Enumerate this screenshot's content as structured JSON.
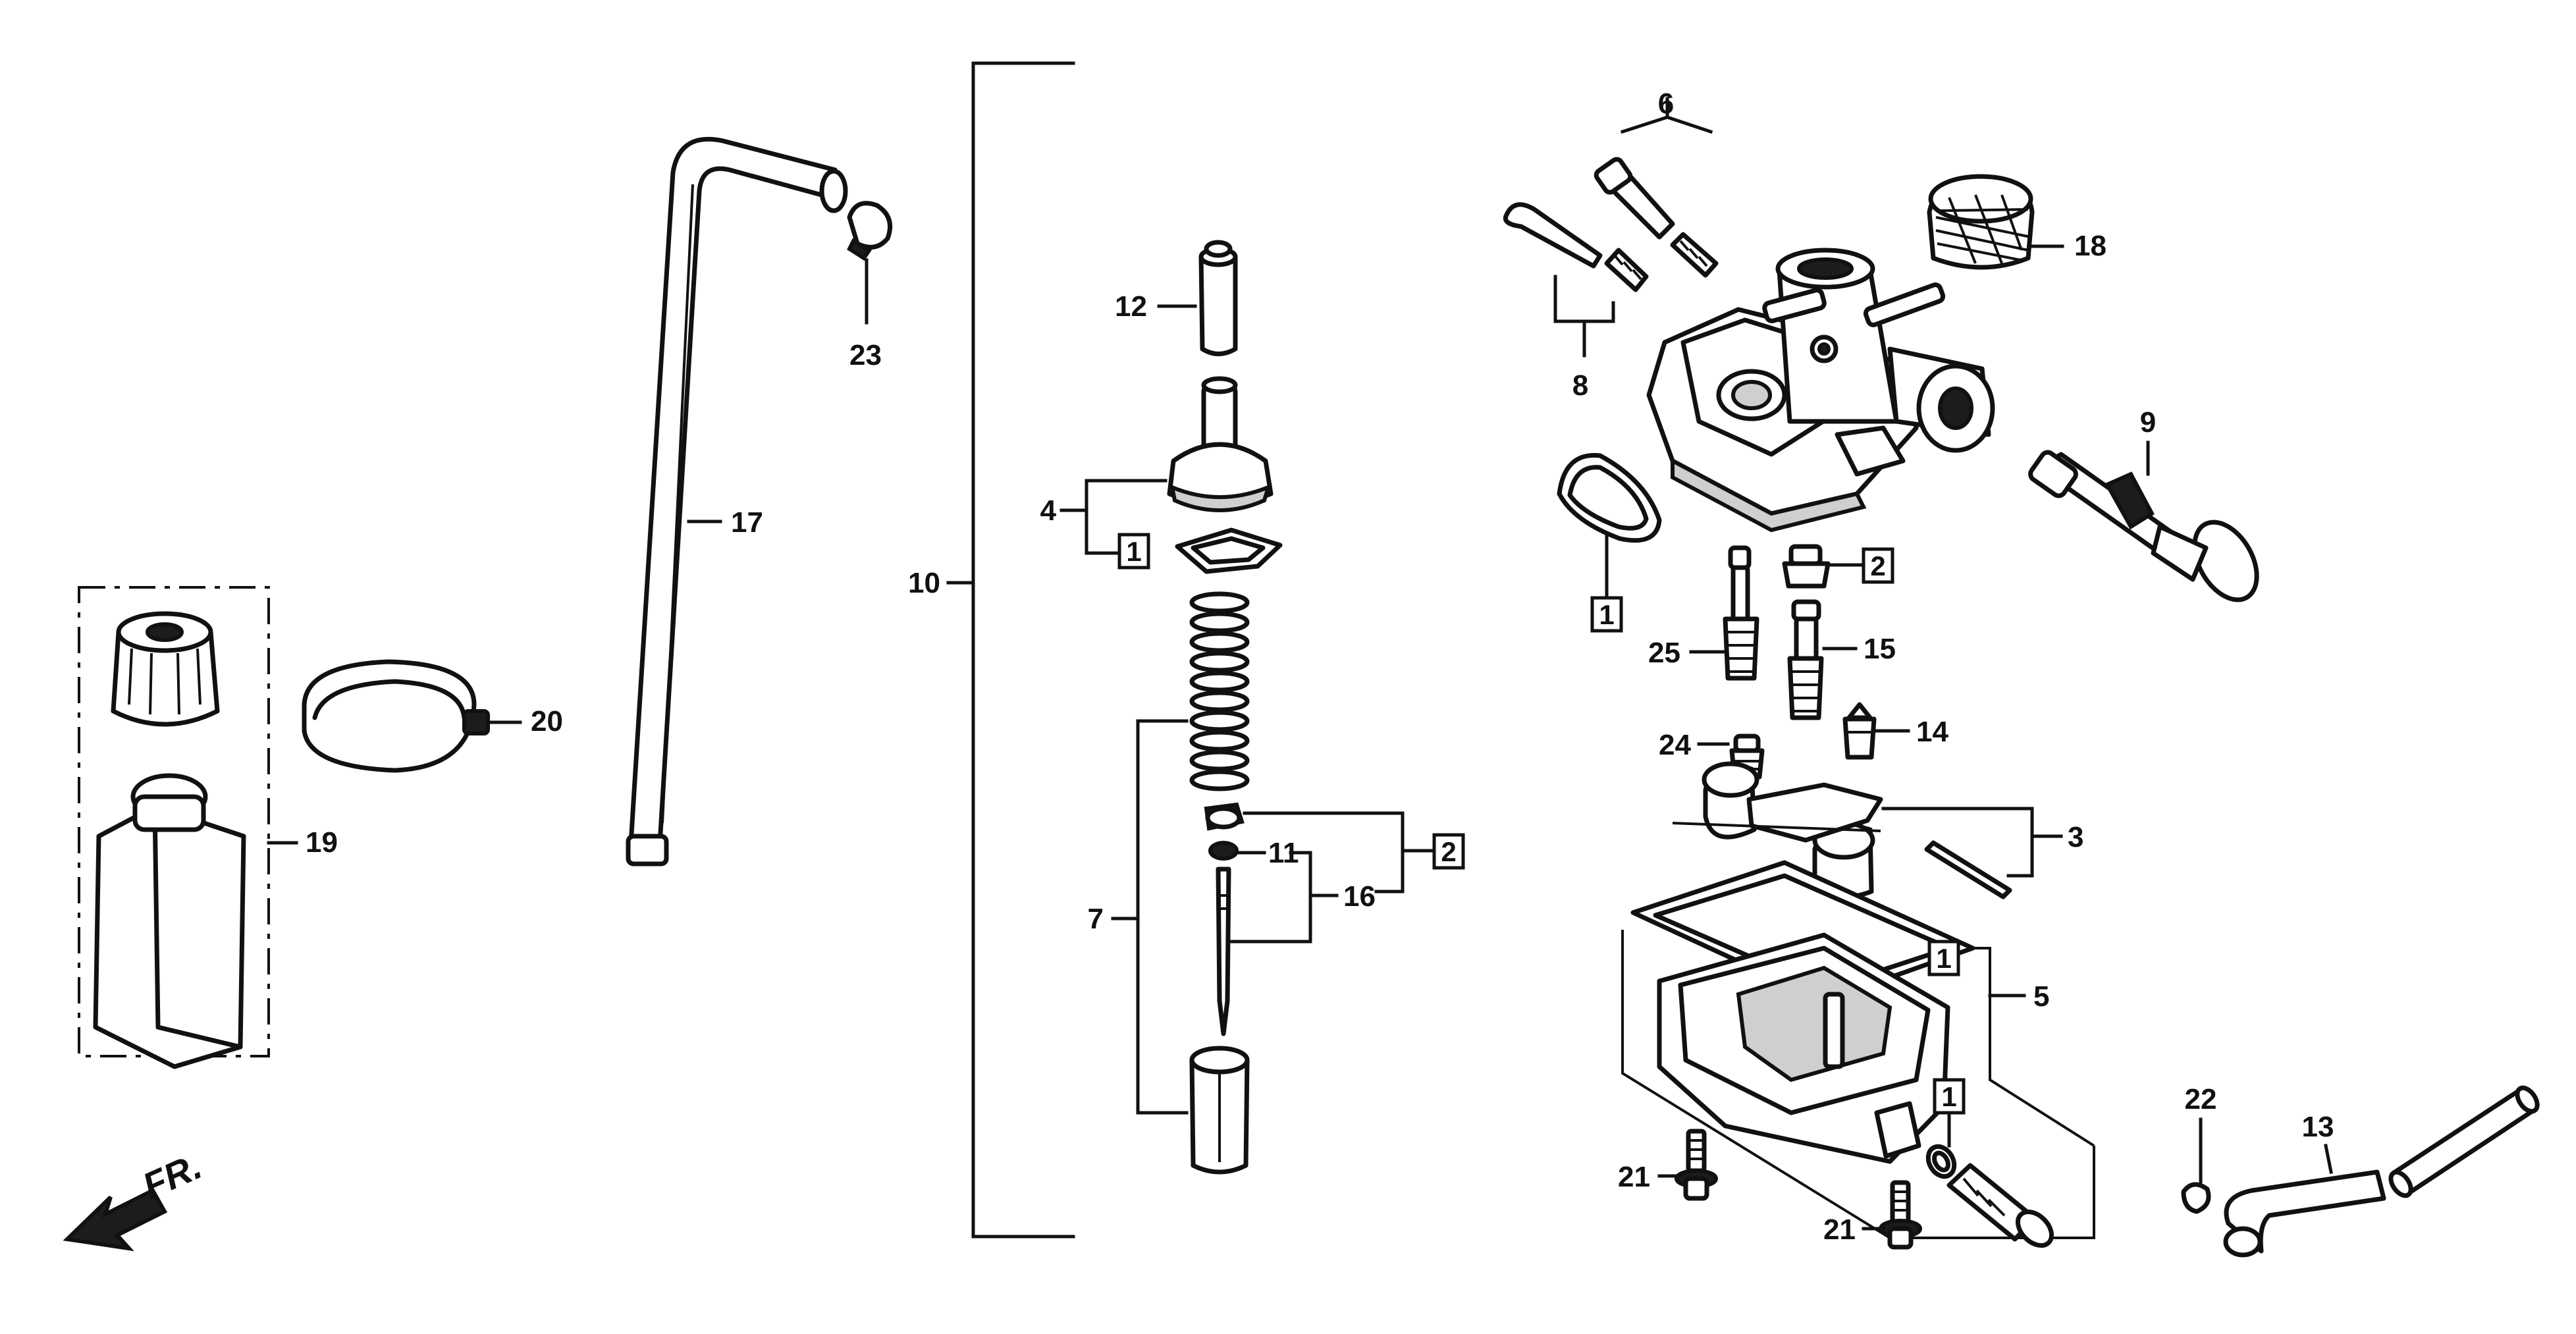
{
  "labels": {
    "p1": "1",
    "p2": "2",
    "p3": "3",
    "p4": "4",
    "p5": "5",
    "p6": "6",
    "p7": "7",
    "p8": "8",
    "p9": "9",
    "p10": "10",
    "p11": "11",
    "p12": "12",
    "p13": "13",
    "p14": "14",
    "p15": "15",
    "p16": "16",
    "p17": "17",
    "p18": "18",
    "p19": "19",
    "p20": "20",
    "p21": "21",
    "p22": "22",
    "p23": "23",
    "p24": "24",
    "p25": "25"
  },
  "direction": {
    "text": "FR."
  },
  "colors": {
    "ink": "#111111",
    "paper": "#ffffff"
  }
}
